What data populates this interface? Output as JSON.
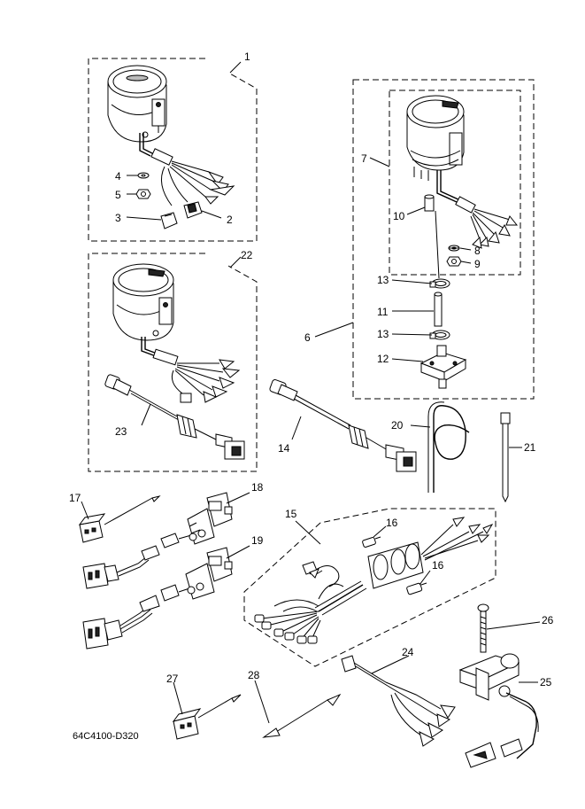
{
  "diagram": {
    "reference_code": "64C4100-D320",
    "callouts": [
      {
        "id": "1",
        "label": "1"
      },
      {
        "id": "2",
        "label": "2"
      },
      {
        "id": "3",
        "label": "3"
      },
      {
        "id": "4",
        "label": "4"
      },
      {
        "id": "5",
        "label": "5"
      },
      {
        "id": "6",
        "label": "6"
      },
      {
        "id": "7",
        "label": "7"
      },
      {
        "id": "8",
        "label": "8"
      },
      {
        "id": "9",
        "label": "9"
      },
      {
        "id": "10",
        "label": "10"
      },
      {
        "id": "11",
        "label": "11"
      },
      {
        "id": "12",
        "label": "12"
      },
      {
        "id": "13a",
        "label": "13"
      },
      {
        "id": "13b",
        "label": "13"
      },
      {
        "id": "14",
        "label": "14"
      },
      {
        "id": "15",
        "label": "15"
      },
      {
        "id": "16a",
        "label": "16"
      },
      {
        "id": "16b",
        "label": "16"
      },
      {
        "id": "17",
        "label": "17"
      },
      {
        "id": "18",
        "label": "18"
      },
      {
        "id": "19",
        "label": "19"
      },
      {
        "id": "20",
        "label": "20"
      },
      {
        "id": "21",
        "label": "21"
      },
      {
        "id": "22",
        "label": "22"
      },
      {
        "id": "23",
        "label": "23"
      },
      {
        "id": "24",
        "label": "24"
      },
      {
        "id": "25",
        "label": "25"
      },
      {
        "id": "26",
        "label": "26"
      },
      {
        "id": "27",
        "label": "27"
      },
      {
        "id": "28",
        "label": "28"
      }
    ]
  }
}
